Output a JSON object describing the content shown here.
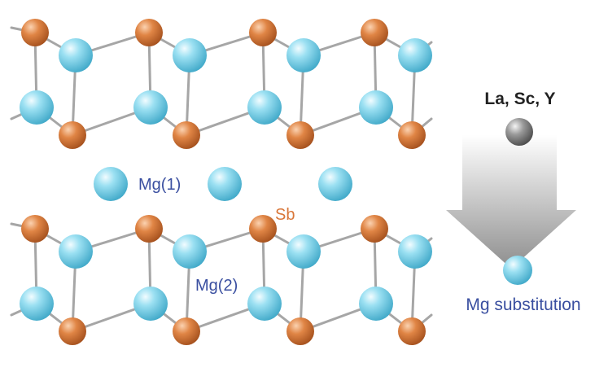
{
  "labels": {
    "mg1": "Mg(1)",
    "mg2": "Mg(2)",
    "sb": "Sb",
    "dopants": "La, Sc, Y",
    "substitution": "Mg substitution"
  },
  "colors": {
    "mg_atom": "#7fd3ea",
    "sb_atom": "#d9773a",
    "dopant_atom": "#8a8a8a",
    "bond": "#a6a6a6",
    "mg_label": "#3a4fa0",
    "sb_label": "#d9773a",
    "dopant_label": "#222222",
    "arrow_gradient_top": "#ffffff",
    "arrow_gradient_bottom": "#8e8e8e"
  }
}
